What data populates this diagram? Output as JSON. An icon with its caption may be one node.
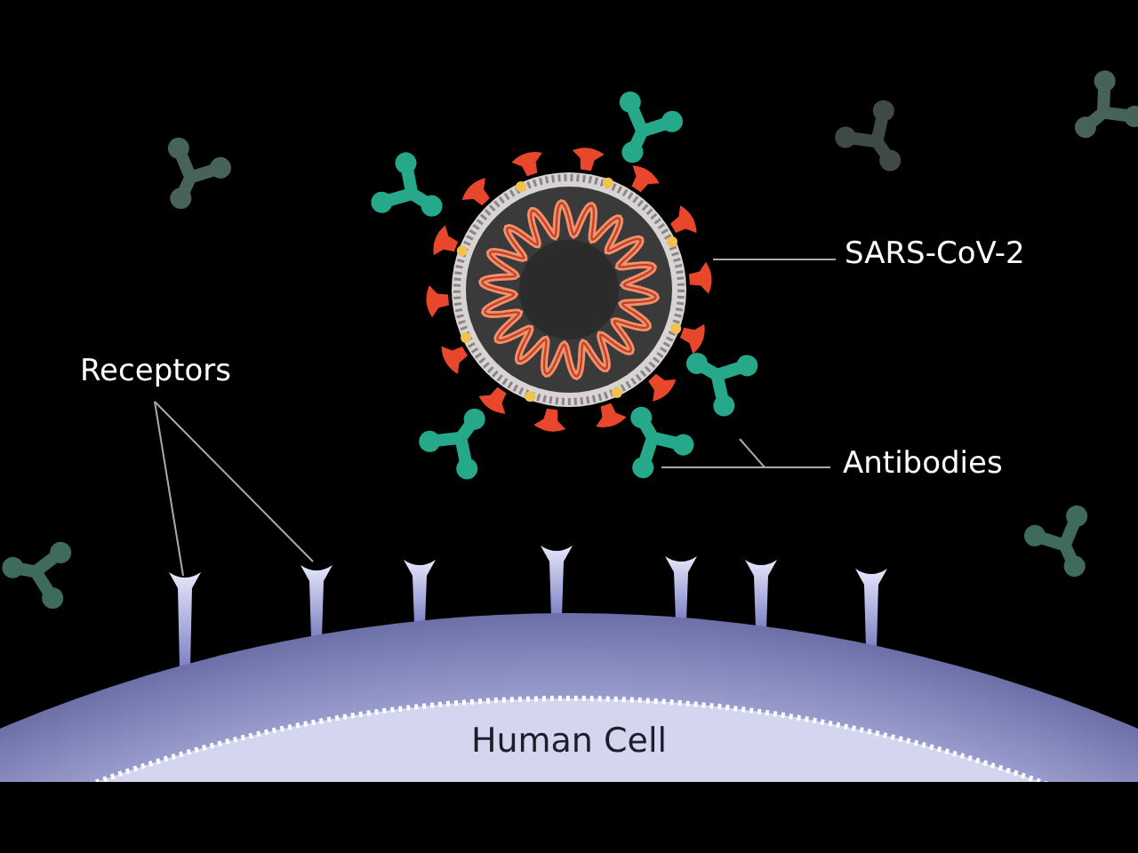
{
  "diagram": {
    "nodes": [
      {
        "text": [
          "SARS-CoV-2"
        ]
      },
      {
        "text": [],
        "shape": "picture"
      },
      {
        "text": [
          "Antibodies"
        ]
      },
      {
        "text": [],
        "shape": "picture"
      },
      {
        "text": [],
        "shape": "picture"
      },
      {
        "text": [
          "Receptors"
        ]
      },
      {
        "text": [],
        "shape": "picture"
      },
      {
        "text": [],
        "shape": "picture"
      },
      {
        "text": [
          "Human Cell"
        ]
      }
    ],
    "edges": [
      {
        "from": 0,
        "to": 1,
        "arrow": "none"
      },
      {
        "from": 2,
        "to": 3,
        "arrow": "none"
      },
      {
        "from": 2,
        "to": 4,
        "arrow": "none"
      },
      {
        "from": 5,
        "to": 6,
        "arrow": "none"
      },
      {
        "from": 5,
        "to": 7,
        "arrow": "none"
      }
    ]
  }
}
